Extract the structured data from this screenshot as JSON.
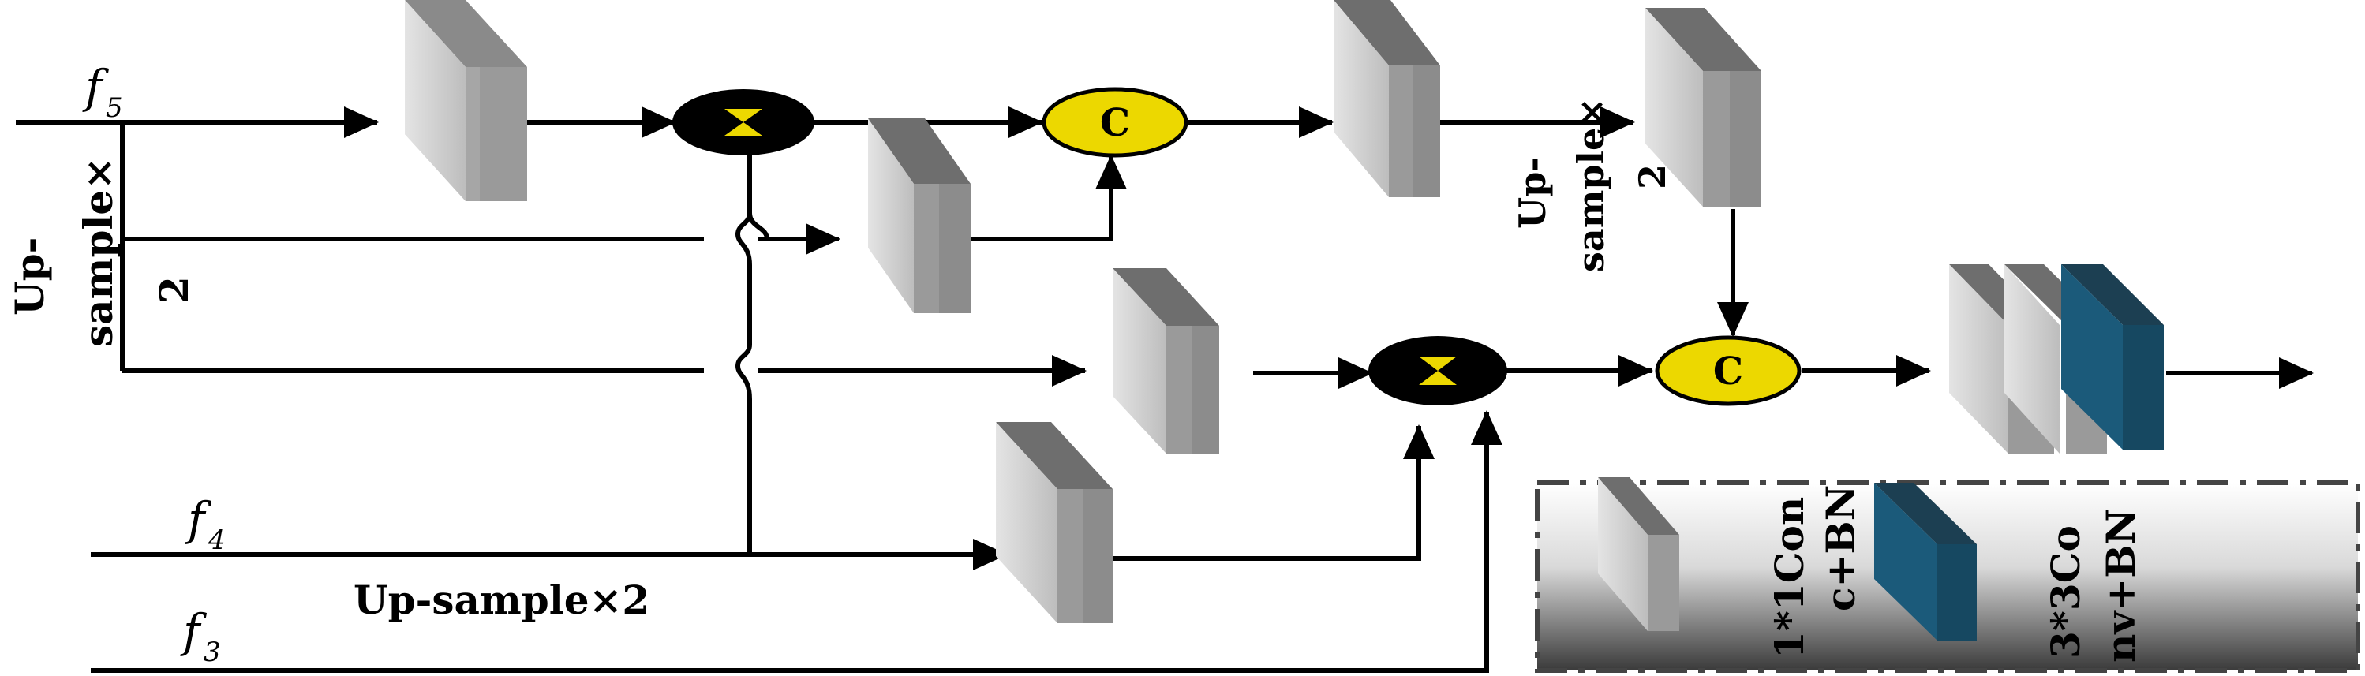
{
  "inputs": {
    "f5_base": "f",
    "f5_sub": "5",
    "f4_base": "f",
    "f4_sub": "4",
    "f3_base": "f",
    "f3_sub": "3"
  },
  "labels": {
    "upsample_left_line1": "Up-",
    "upsample_left_line2": "sample×",
    "upsample_left_line3": "2",
    "upsample_right_line1": "Up-",
    "upsample_right_line2": "sample×",
    "upsample_right_line3": "2",
    "upsample_bottom": "Up-sample×2",
    "concat_top": "C",
    "concat_right": "C"
  },
  "legend": {
    "conv1_line1": "1*1Con",
    "conv1_line2": "c+BN",
    "conv3_line1": "3*3Co",
    "conv3_line2": "nv+BN"
  },
  "colors": {
    "concat_fill": "#ecd800",
    "multiply_fill": "#000000",
    "multiply_accent": "#ecd800",
    "conv3_face": "#1b5a7a",
    "conv1_face": "#cfcfcf"
  }
}
